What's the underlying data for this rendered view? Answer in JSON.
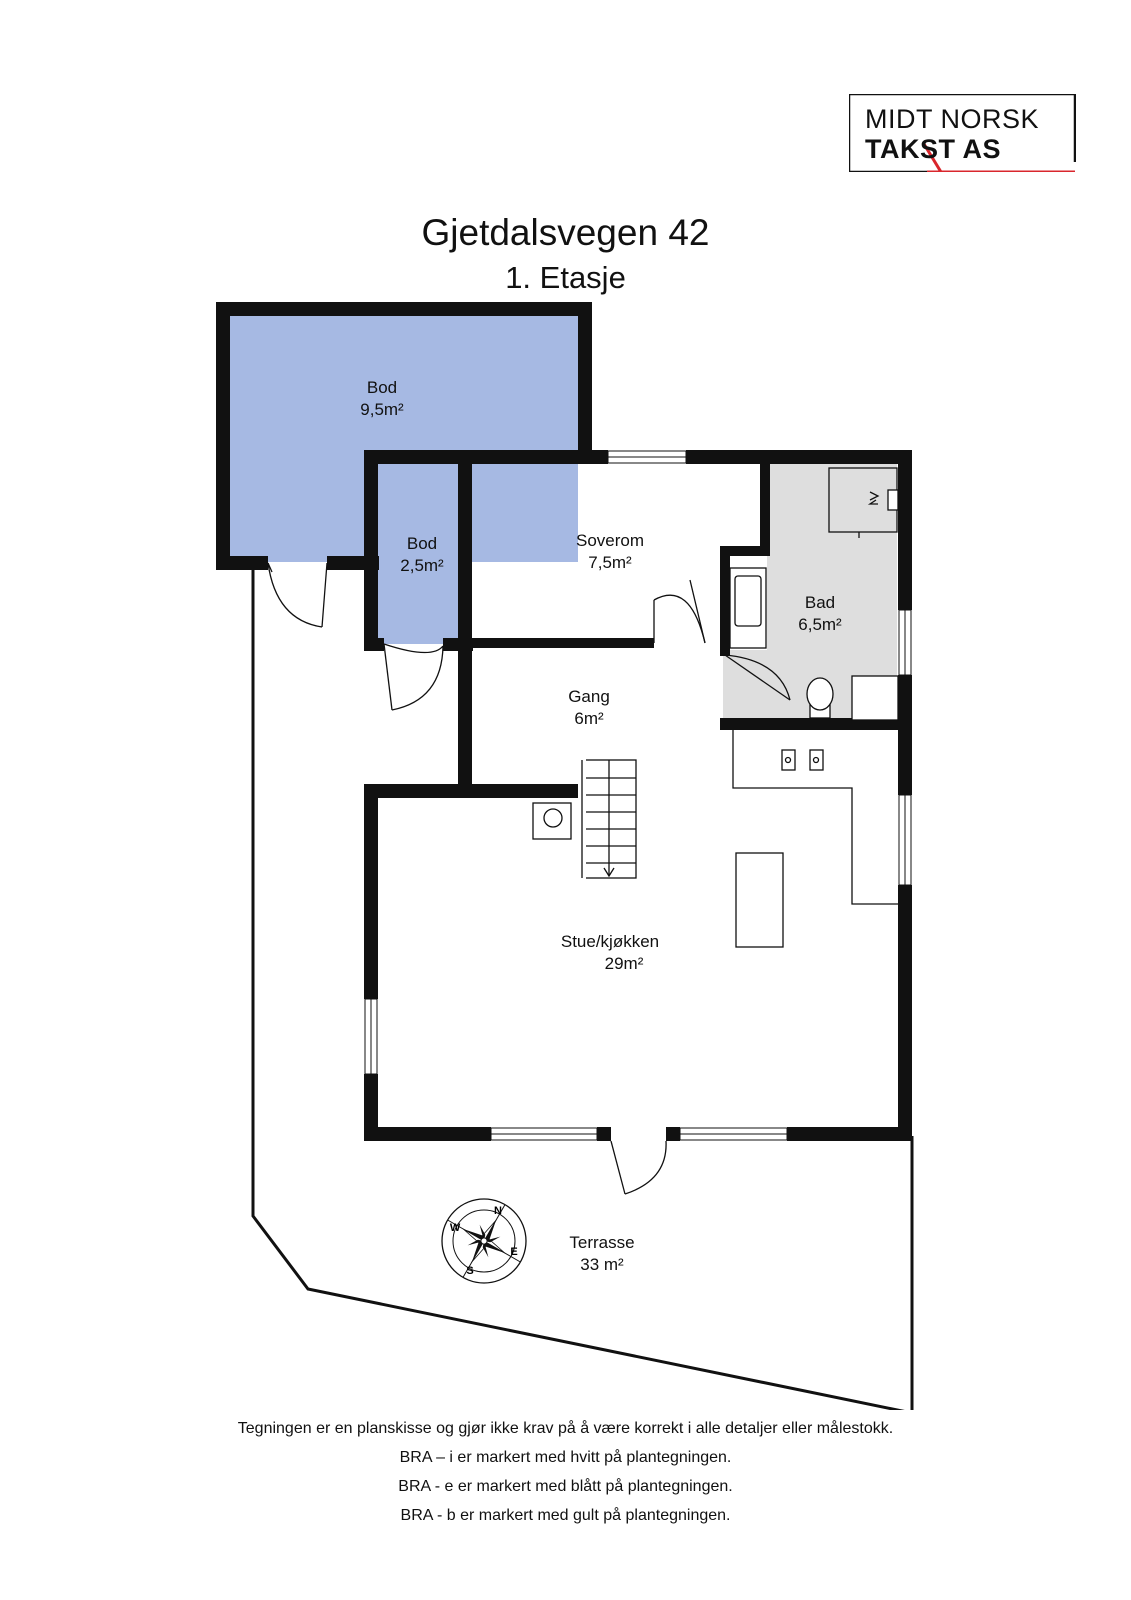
{
  "logo": {
    "line1": "MIDT NORSK",
    "line2": "TAKST AS",
    "accent_color": "#d9262c"
  },
  "title": "Gjetdalsvegen 42",
  "subtitle": "1. Etasje",
  "rooms": {
    "bod_large": {
      "name": "Bod",
      "area": "9,5m²"
    },
    "bod_small": {
      "name": "Bod",
      "area": "2,5m²"
    },
    "soverom": {
      "name": "Soverom",
      "area": "7,5m²"
    },
    "bad": {
      "name": "Bad",
      "area": "6,5m²"
    },
    "gang": {
      "name": "Gang",
      "area": "6m²"
    },
    "stue": {
      "name": "Stue/kjøkken",
      "area": "29m²"
    },
    "terrasse": {
      "name": "Terrasse",
      "area": "33 m²"
    }
  },
  "compass": {
    "n": "N",
    "e": "E",
    "s": "S",
    "w": "W"
  },
  "colors": {
    "bod_fill": "#a6b9e3",
    "bad_fill": "#dedede",
    "wall": "#111111"
  },
  "footer": [
    "Tegningen er en planskisse og gjør ikke krav på å være korrekt i alle detaljer eller målestokk.",
    "BRA – i er markert med hvitt på plantegningen.",
    "BRA - e er markert med blått på plantegningen.",
    "BRA - b er markert med gult på plantegningen."
  ]
}
